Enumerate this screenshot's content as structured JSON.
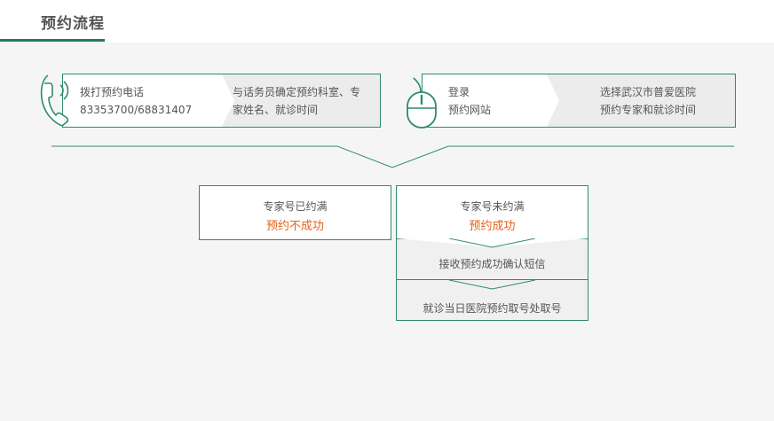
{
  "header": {
    "title": "预约流程"
  },
  "phone_card": {
    "line1": "拨打预约电话",
    "line2": "83353700/68831407",
    "desc1": "与话务员确定预约科室、专",
    "desc2": "家姓名、就诊时间"
  },
  "web_card": {
    "line1": "登录",
    "line2": "预约网站",
    "desc1": "选择武汉市普爱医院",
    "desc2": "预约专家和就诊时间"
  },
  "full_box": {
    "line1": "专家号已约满",
    "line2": "预约不成功"
  },
  "ok_box": {
    "line1": "专家号未约满",
    "line2": "预约成功"
  },
  "steps": [
    {
      "label": "接收预约成功确认短信"
    },
    {
      "label": "就诊当日医院预约取号处取号"
    }
  ],
  "colors": {
    "accent": "#1e7a5a",
    "border": "#2e8b6a",
    "highlight": "#e8601c"
  }
}
